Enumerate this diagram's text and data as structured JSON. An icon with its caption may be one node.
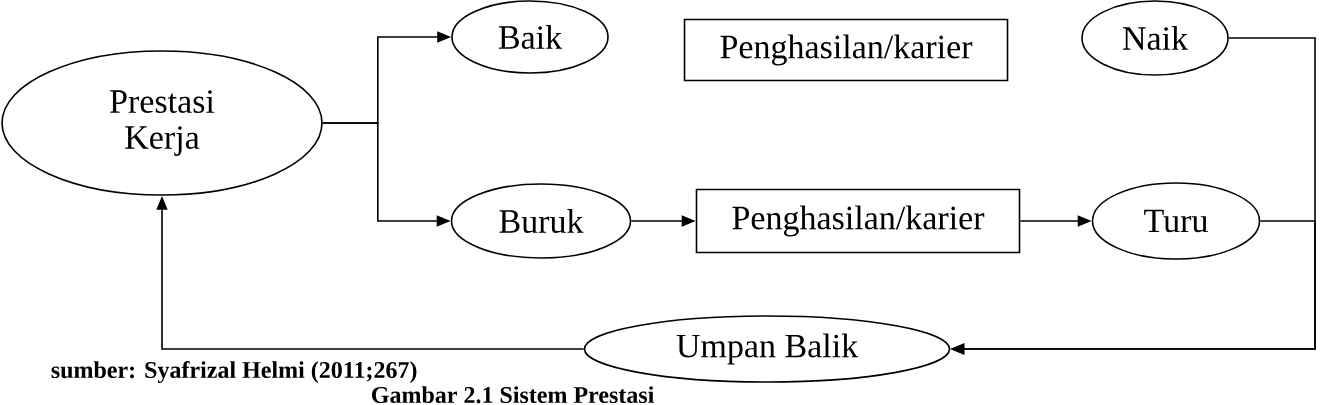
{
  "diagram": {
    "caption": "Gambar 2.1 Sistem Prestasi",
    "nodes": [
      {
        "text": [
          "Prestasi Kerja"
        ]
      },
      {
        "text": [
          "Baik"
        ]
      },
      {
        "text": [
          "Penghasilan/karier"
        ]
      },
      {
        "text": [
          "Naik"
        ]
      },
      {
        "text": [
          "Buruk"
        ]
      },
      {
        "text": [
          "Penghasilan/karier"
        ]
      },
      {
        "text": [
          "Turu"
        ]
      },
      {
        "text": [
          "Umpan Balik"
        ]
      }
    ],
    "edges": [
      {
        "from": 0,
        "to": 1,
        "arrow": "to"
      },
      {
        "from": 0,
        "to": 4,
        "arrow": "to"
      },
      {
        "from": 4,
        "to": 5,
        "arrow": "to"
      },
      {
        "from": 5,
        "to": 6,
        "arrow": "to"
      },
      {
        "from": 3,
        "to": 7,
        "arrow": "to"
      },
      {
        "from": 6,
        "to": 7,
        "arrow": "to"
      },
      {
        "from": 7,
        "to": 0,
        "arrow": "to"
      }
    ],
    "labels": [
      "sumber: Syafrizal Helmi (2011;267)"
    ]
  }
}
